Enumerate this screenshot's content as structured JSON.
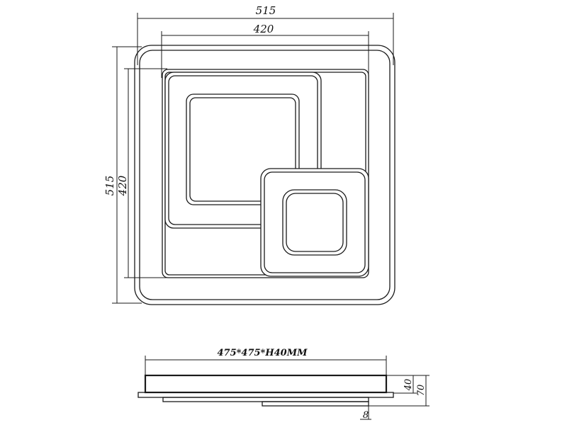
{
  "top_view": {
    "outer_width_label": "515",
    "inner_width_label": "420",
    "outer_height_label": "515",
    "inner_height_label": "420"
  },
  "side_view": {
    "size_label": "475*475*H40MM",
    "body_height_label": "40",
    "total_height_label": "70",
    "step_label": "8"
  }
}
